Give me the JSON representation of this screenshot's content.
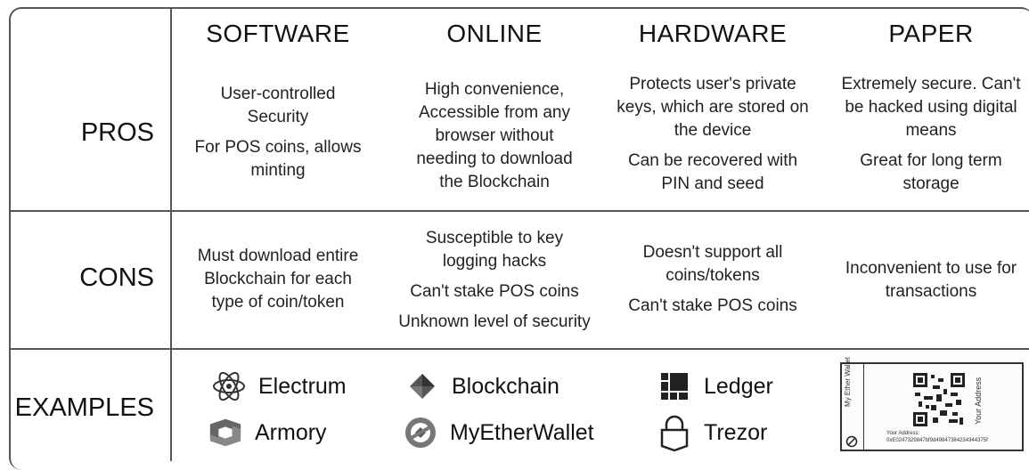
{
  "columns": [
    "SOFTWARE",
    "ONLINE",
    "HARDWARE",
    "PAPER"
  ],
  "rows": {
    "pros_label": "PROS",
    "cons_label": "CONS",
    "examples_label": "EXAMPLES"
  },
  "pros": {
    "software": [
      "User-controlled Security",
      "For POS coins, allows minting"
    ],
    "online": [
      "High convenience, Accessible from any browser without needing to download the Blockchain"
    ],
    "hardware": [
      "Protects user's private keys, which are stored on the device",
      "Can be recovered with PIN and seed"
    ],
    "paper": [
      "Extremely secure. Can't be hacked using digital means",
      "Great for long term storage"
    ]
  },
  "cons": {
    "software": [
      "Must download entire Blockchain for each type of coin/token"
    ],
    "online": [
      "Susceptible to key logging hacks",
      "Can't stake POS coins",
      "Unknown level of security"
    ],
    "hardware": [
      "Doesn't support all coins/tokens",
      "Can't stake POS coins"
    ],
    "paper": [
      "Inconvenient to use for transactions"
    ]
  },
  "examples": {
    "software": [
      {
        "name": "Electrum",
        "icon": "atom-icon"
      },
      {
        "name": "Armory",
        "icon": "armory-logo-icon"
      }
    ],
    "online": [
      {
        "name": "Blockchain",
        "icon": "blockchain-logo-icon"
      },
      {
        "name": "MyEtherWallet",
        "icon": "myetherwallet-logo-icon"
      }
    ],
    "hardware": [
      {
        "name": "Ledger",
        "icon": "ledger-logo-icon"
      },
      {
        "name": "Trezor",
        "icon": "trezor-lock-icon"
      }
    ],
    "paper": {
      "side_label": "My Ether Wallet",
      "address_label": "Your Address",
      "address_caption": "Your Address:",
      "address_value": "0xE0247329847bf9d49847384234344375f",
      "icon": "qr-code-icon"
    }
  }
}
